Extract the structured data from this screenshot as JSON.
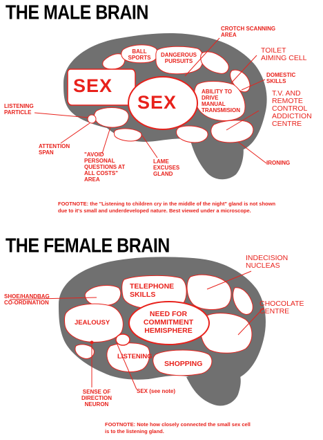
{
  "male": {
    "title": "THE MALE BRAIN",
    "regions": {
      "sex_big": "SEX",
      "sex_center": "SEX",
      "ball_sports": "BALL\nSPORTS",
      "dangerous_pursuits": "DANGEROUS\nPURSUITS",
      "ability_to_drive": "ABILITY TO\nDRIVE\nMANUAL\nTRANSMISION"
    },
    "callouts": {
      "crotch_scanning": "CROTCH SCANNING\nAREA",
      "toilet_aiming": "TOILET\nAIMING CELL",
      "domestic_skills": "DOMESTIC\nSKILLS",
      "tv_remote": "T.V. AND\nREMOTE\nCONTROL\nADDICTION\nCENTRE",
      "listening_particle": "LISTENING\nPARTICLE",
      "attention_span": "ATTENTION\nSPAN",
      "avoid_personal": "\"AVOID\nPERSONAL\nQUESTIONS AT\nALL COSTS\"\nAREA",
      "lame_excuses": "LAME\nEXCUSES\nGLAND",
      "ironing": "IRONING"
    },
    "footnote": "FOOTNOTE: the \"Listening to children cry in the middle of the night\" gland is not shown\ndue to it's small and underdeveloped nature.  Best viewed under a microscope."
  },
  "female": {
    "title": "THE FEMALE BRAIN",
    "regions": {
      "telephone_skills": "TELEPHONE\nSKILLS",
      "need_for_commitment": "NEED FOR\nCOMMITMENT\nHEMISPHERE",
      "jealousy": "JEALOUSY",
      "listening": "LISTENING",
      "shopping": "SHOPPING"
    },
    "callouts": {
      "indecision": "INDECISION\nNUCLEAS",
      "shoe_handbag": "SHOE/HANDBAG\nCO-ORDINATION",
      "chocolate": "CHOCOLATE\nCENTRE",
      "sense_of_direction": "SENSE OF\nDIRECTION\nNEURON",
      "sex_see_note": "SEX (see note)"
    },
    "footnote": "FOOTNOTE:  Note how closely connected the small sex cell\nis to the listening gland."
  },
  "colors": {
    "brain_fill": "#707070",
    "accent": "#e8211b",
    "region_fill": "#ffffff",
    "stem": "#707070"
  }
}
